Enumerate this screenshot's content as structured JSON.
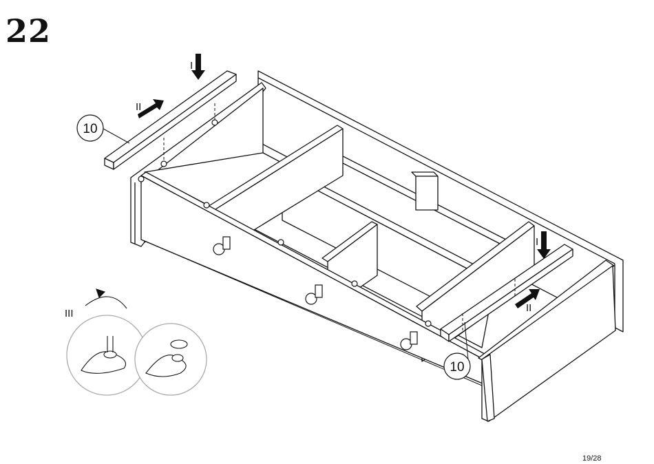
{
  "step": {
    "number": "22"
  },
  "parts": {
    "left_callout": "10",
    "right_callout": "10"
  },
  "arrows": {
    "left_down": "I",
    "left_slide": "II",
    "right_down": "I",
    "right_slide": "II",
    "detail": "III"
  },
  "footer": {
    "page": "19/28"
  },
  "colors": {
    "line": "#111111",
    "fill": "#ffffff",
    "light": "#bbbbbb"
  }
}
